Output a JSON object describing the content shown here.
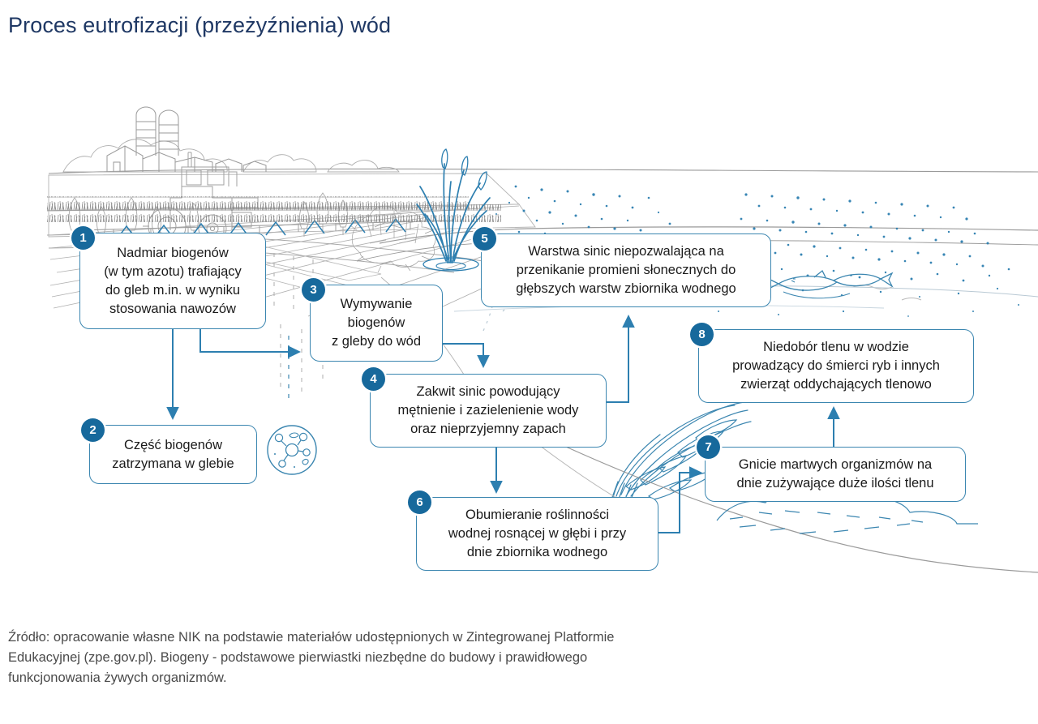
{
  "page": {
    "title": "Proces eutrofizacji (przeżyźnienia) wód",
    "accent_color": "#17699c",
    "box_border_color": "#3b86b0",
    "title_color": "#1f3864",
    "line_color": "#9a9a9a",
    "water_color": "#2d7fb0",
    "background": "#ffffff"
  },
  "steps": [
    {
      "number": "1",
      "lines": [
        "Nadmiar biogenów",
        "(w tym azotu) trafiający",
        "do gleb m.in. w wyniku",
        "stosowania nawozów"
      ]
    },
    {
      "number": "2",
      "lines": [
        "Część biogenów",
        "zatrzymana w glebie"
      ]
    },
    {
      "number": "3",
      "lines": [
        "Wymywanie",
        "biogenów",
        "z gleby do wód"
      ]
    },
    {
      "number": "4",
      "lines": [
        "Zakwit sinic powodujący",
        "mętnienie i zazielenienie wody",
        "oraz nieprzyjemny zapach"
      ]
    },
    {
      "number": "5",
      "lines": [
        "Warstwa sinic niepozwalająca na",
        "przenikanie promieni słonecznych do",
        "głębszych warstw zbiornika wodnego"
      ]
    },
    {
      "number": "6",
      "lines": [
        "Obumieranie roślinności",
        "wodnej rosnącej w głębi i przy",
        "dnie zbiornika wodnego"
      ]
    },
    {
      "number": "7",
      "lines": [
        "Gnicie martwych organizmów na",
        "dnie zużywające duże ilości tlenu"
      ]
    },
    {
      "number": "8",
      "lines": [
        "Niedobór tlenu w wodzie",
        "prowadzący do śmierci ryb i innych",
        "zwierząt oddychających tlenowo"
      ]
    }
  ],
  "illustration": {
    "scene_elements": [
      "farm-buildings-icon",
      "silo-icon",
      "tractor-icon",
      "sprayer-boom-icon",
      "field-furrows",
      "poplar-trees-icon",
      "shrub-icon",
      "grass-strip",
      "soil-infiltration-dashes",
      "molecule-icon",
      "reeds-icon",
      "lake-water-surface",
      "algae-bloom-stipple",
      "dead-fish-icon",
      "submerged-plants-icon",
      "lake-bed-sediment"
    ]
  },
  "source": {
    "lines": [
      "Źródło: opracowanie własne NIK na podstawie materiałów udostępnionych w Zintegrowanej Platformie",
      "Edukacyjnej (zpe.gov.pl). Biogeny - podstawowe pierwiastki niezbędne do budowy i prawidłowego",
      "funkcjonowania żywych organizmów."
    ]
  }
}
